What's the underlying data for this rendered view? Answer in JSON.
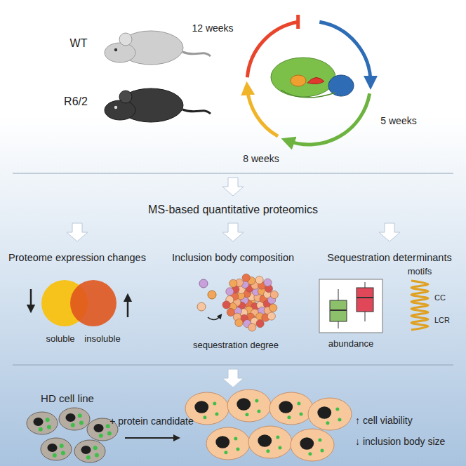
{
  "diagram": {
    "labels": [
      "WT",
      "R6/2",
      "12 weeks",
      "5 weeks",
      "8 weeks",
      "MS-based quantitative proteomics",
      "Proteome expression changes",
      "soluble",
      "insoluble",
      "Inclusion body composition",
      "sequestration degree",
      "Sequestration determinants",
      "abundance",
      "motifs",
      "CC",
      "LCR",
      "HD cell line",
      "+ protein candidate",
      "↑ cell viability",
      "↓ inclusion body size"
    ]
  }
}
